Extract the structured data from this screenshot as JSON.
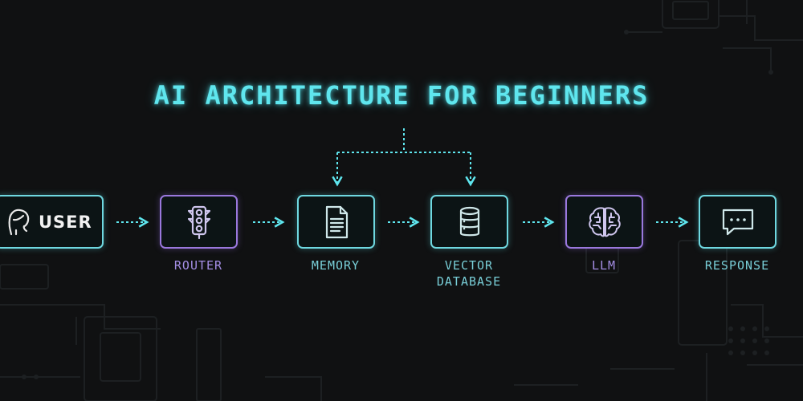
{
  "title": "AI ARCHITECTURE FOR BEGINNERS",
  "nodes": [
    {
      "id": "user",
      "label": "USER",
      "icon": "user-icon",
      "color": "#6fd8e0"
    },
    {
      "id": "router",
      "label": "ROUTER",
      "icon": "traffic-light-icon",
      "color": "#9a78dd"
    },
    {
      "id": "memory",
      "label": "MEMORY",
      "icon": "document-icon",
      "color": "#6fd8e0"
    },
    {
      "id": "vector-database",
      "label": "VECTOR\nDATABASE",
      "icon": "database-icon",
      "color": "#6fd8e0"
    },
    {
      "id": "llm",
      "label": "LLM",
      "icon": "brain-icon",
      "color": "#9a78dd"
    },
    {
      "id": "response",
      "label": "RESPONSE",
      "icon": "chat-bubble-icon",
      "color": "#6fd8e0"
    }
  ],
  "edges": [
    {
      "from": "user",
      "to": "router"
    },
    {
      "from": "router",
      "to": "memory"
    },
    {
      "from": "memory",
      "to": "vector-database"
    },
    {
      "from": "vector-database",
      "to": "llm"
    },
    {
      "from": "llm",
      "to": "response"
    },
    {
      "from": "title",
      "to": "memory"
    },
    {
      "from": "title",
      "to": "vector-database"
    }
  ],
  "colors": {
    "accent": "#5fe6ee",
    "cyan": "#6fd8e0",
    "purple": "#9a78dd",
    "background": "#101112"
  }
}
